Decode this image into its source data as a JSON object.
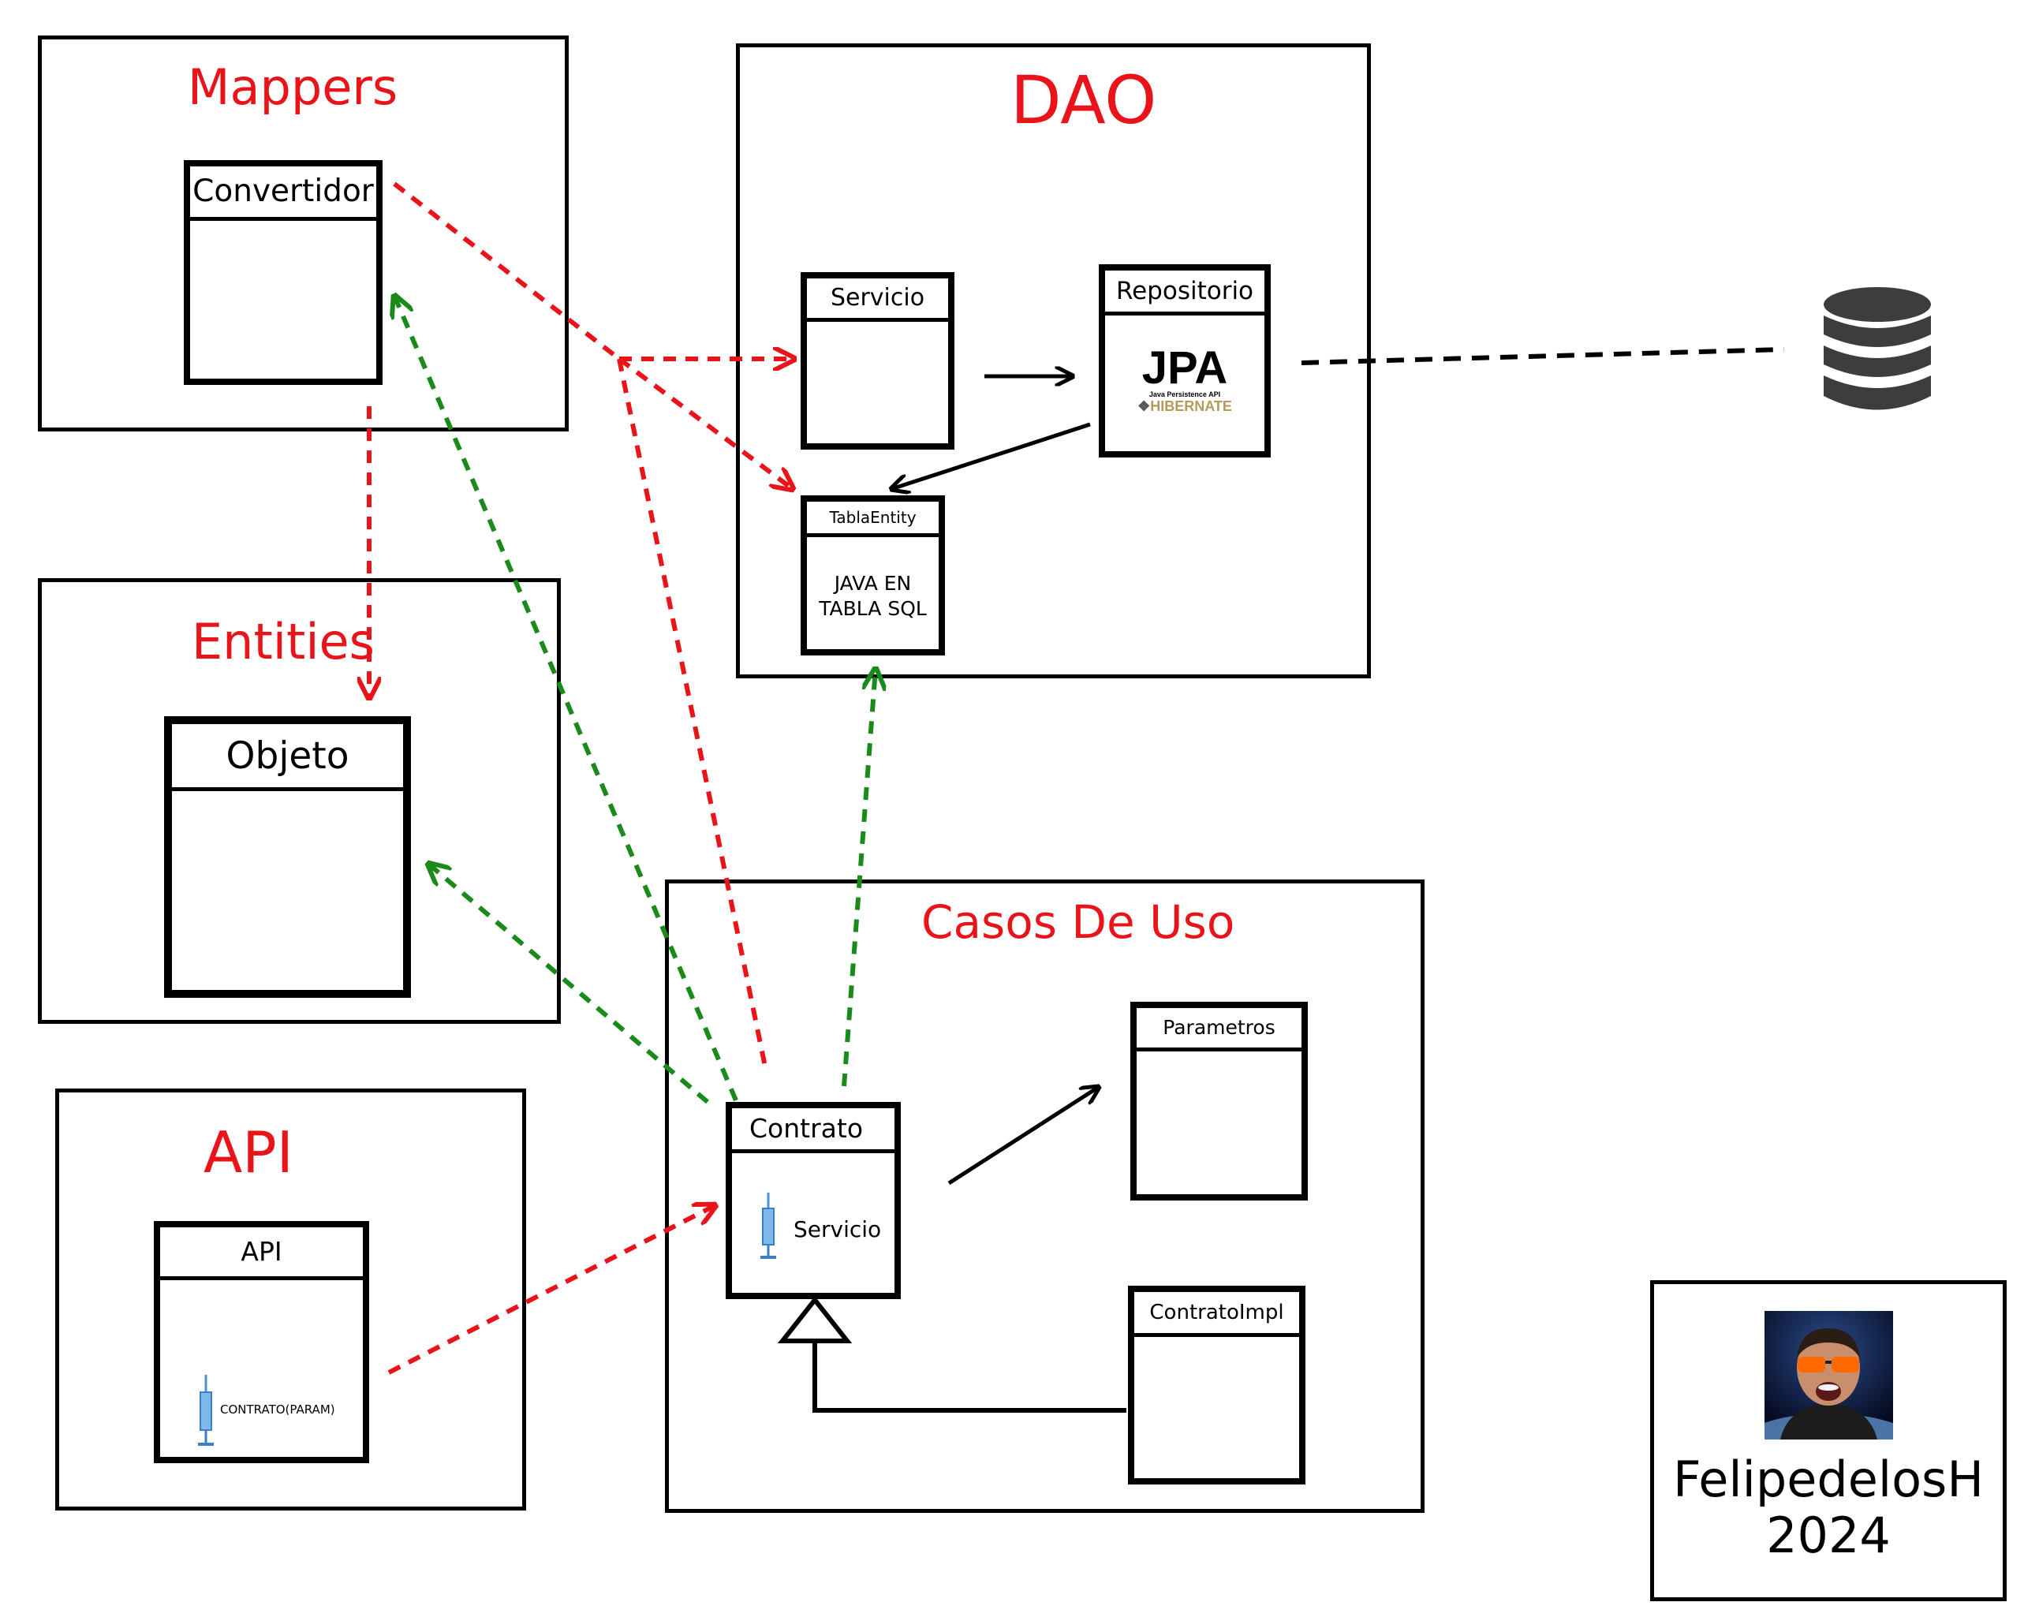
{
  "groups": {
    "mappers": {
      "title": "Mappers",
      "classes": {
        "convertidor": "Convertidor"
      }
    },
    "dao": {
      "title": "DAO",
      "classes": {
        "servicio": "Servicio",
        "repositorio": "Repositorio",
        "repositorio_logo": {
          "main": "JPA",
          "sub": "Java Persistence API",
          "brand": "HIBERNATE"
        },
        "tabla_entity": "TablaEntity",
        "tabla_entity_body": [
          "JAVA EN",
          "TABLA SQL"
        ]
      }
    },
    "entities": {
      "title": "Entities",
      "classes": {
        "objeto": "Objeto"
      }
    },
    "api": {
      "title": "API",
      "classes": {
        "api": "API",
        "api_body": "CONTRATO(PARAM)"
      }
    },
    "casos_de_uso": {
      "title": "Casos De Uso",
      "classes": {
        "contrato": "Contrato",
        "contrato_body": "Servicio",
        "parametros": "Parametros",
        "contrato_impl": "ContratoImpl"
      }
    }
  },
  "author": {
    "name": "FelipedelosH",
    "year": "2024"
  },
  "icons": [
    "database-icon",
    "syringe-icon",
    "author-avatar"
  ],
  "colors": {
    "title_red": "#e8141a",
    "arrow_red": "#e8141a",
    "arrow_green": "#1a8a1a",
    "line_black": "#000000",
    "db_gray": "#3d3d3d"
  }
}
